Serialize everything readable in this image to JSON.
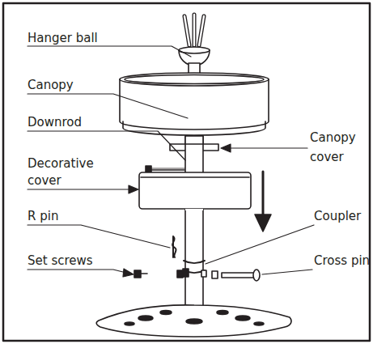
{
  "diagram": {
    "labels": [
      "Hanger ball",
      "Canopy",
      "Downrod",
      "Canopy cover",
      "Decorative cover",
      "R pin",
      "Coupler",
      "Set screws",
      "Cross pin"
    ]
  }
}
